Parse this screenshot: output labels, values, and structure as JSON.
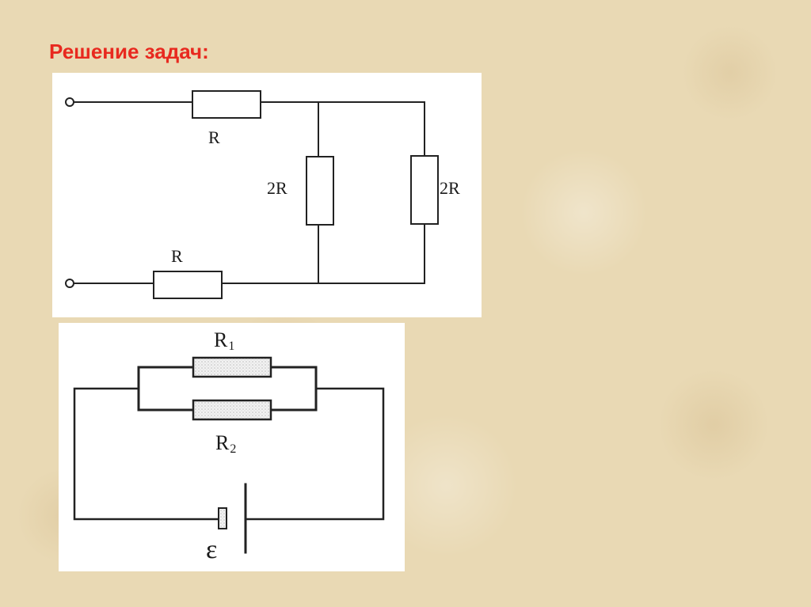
{
  "slide": {
    "title": "Решение задач:"
  },
  "circuit1": {
    "labels": {
      "r_top": "R",
      "r_bottom": "R",
      "r_middle": "2R",
      "r_right": "2R"
    }
  },
  "circuit2": {
    "labels": {
      "r1_main": "R",
      "r1_sub": "1",
      "r2_main": "R",
      "r2_sub": "2",
      "emf": "ε"
    }
  },
  "colors": {
    "title": "#e8291f",
    "background": "#e9d9b4",
    "panel": "#ffffff",
    "wire": "#222222"
  }
}
